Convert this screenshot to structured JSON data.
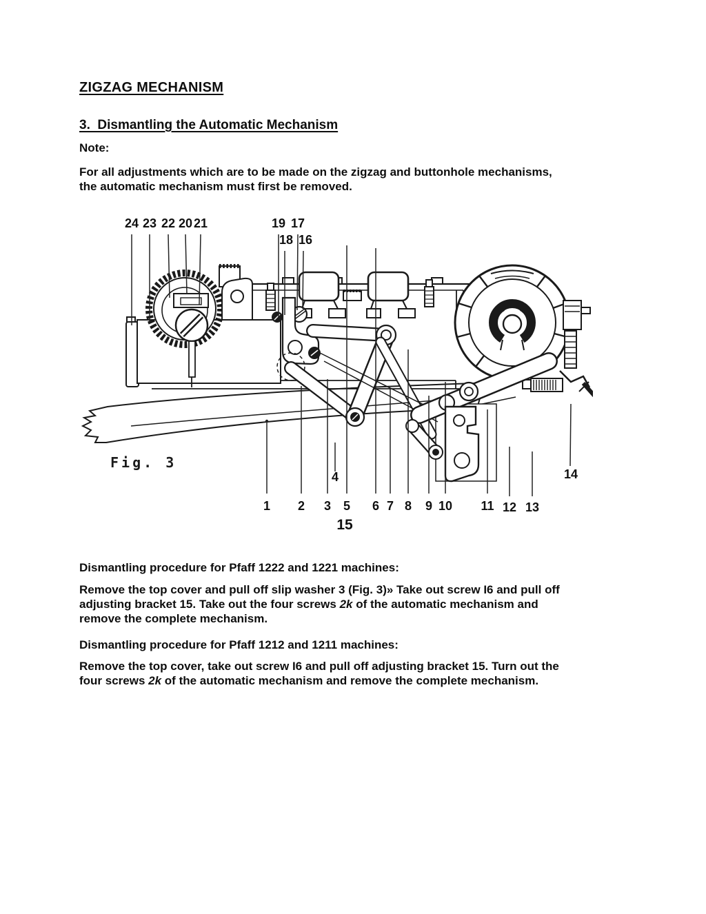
{
  "document": {
    "title": "ZIGZAG MECHANISM",
    "section_heading": "3.  Dismantling the Automatic Mechanism",
    "note_label": "Note:",
    "note_text": "For all adjustments which are to be made on the zigzag and buttonhole mechanisms, the automatic mechanism must first be removed."
  },
  "figure": {
    "caption": "Fig. 3",
    "part_label_15": "15",
    "callouts_top_left": [
      "24",
      "23",
      "22",
      "20",
      "21"
    ],
    "callouts_top_right_upper": [
      "19",
      "17"
    ],
    "callouts_top_right_lower": [
      "18",
      "16"
    ],
    "callouts_bottom": [
      "1",
      "2",
      "3",
      "4",
      "5",
      "6",
      "7",
      "8",
      "9",
      "10",
      "11",
      "12",
      "13",
      "14"
    ]
  },
  "procedures": [
    {
      "heading": "Dismantling procedure for Pfaff 1222 and 1221 machines:",
      "body_start": "Remove the top cover and pull off slip washer 3 (Fig. 3)» Take out screw I6 and pull off adjusting bracket 15. Take out the four screws ",
      "body_italic": "2k",
      "body_end": " of the automatic mechanism and remove the complete mechanism."
    },
    {
      "heading": "Dismantling procedure for Pfaff 1212 and 1211 machines:",
      "body_start": "Remove the top cover, take out screw I6 and pull off adjusting bracket 15. Turn out the four screws ",
      "body_italic": "2k",
      "body_end": " of the automatic mechanism and remove the complete mechanism."
    }
  ],
  "colors": {
    "page_bg": "#ffffff",
    "ink": "#111111"
  }
}
